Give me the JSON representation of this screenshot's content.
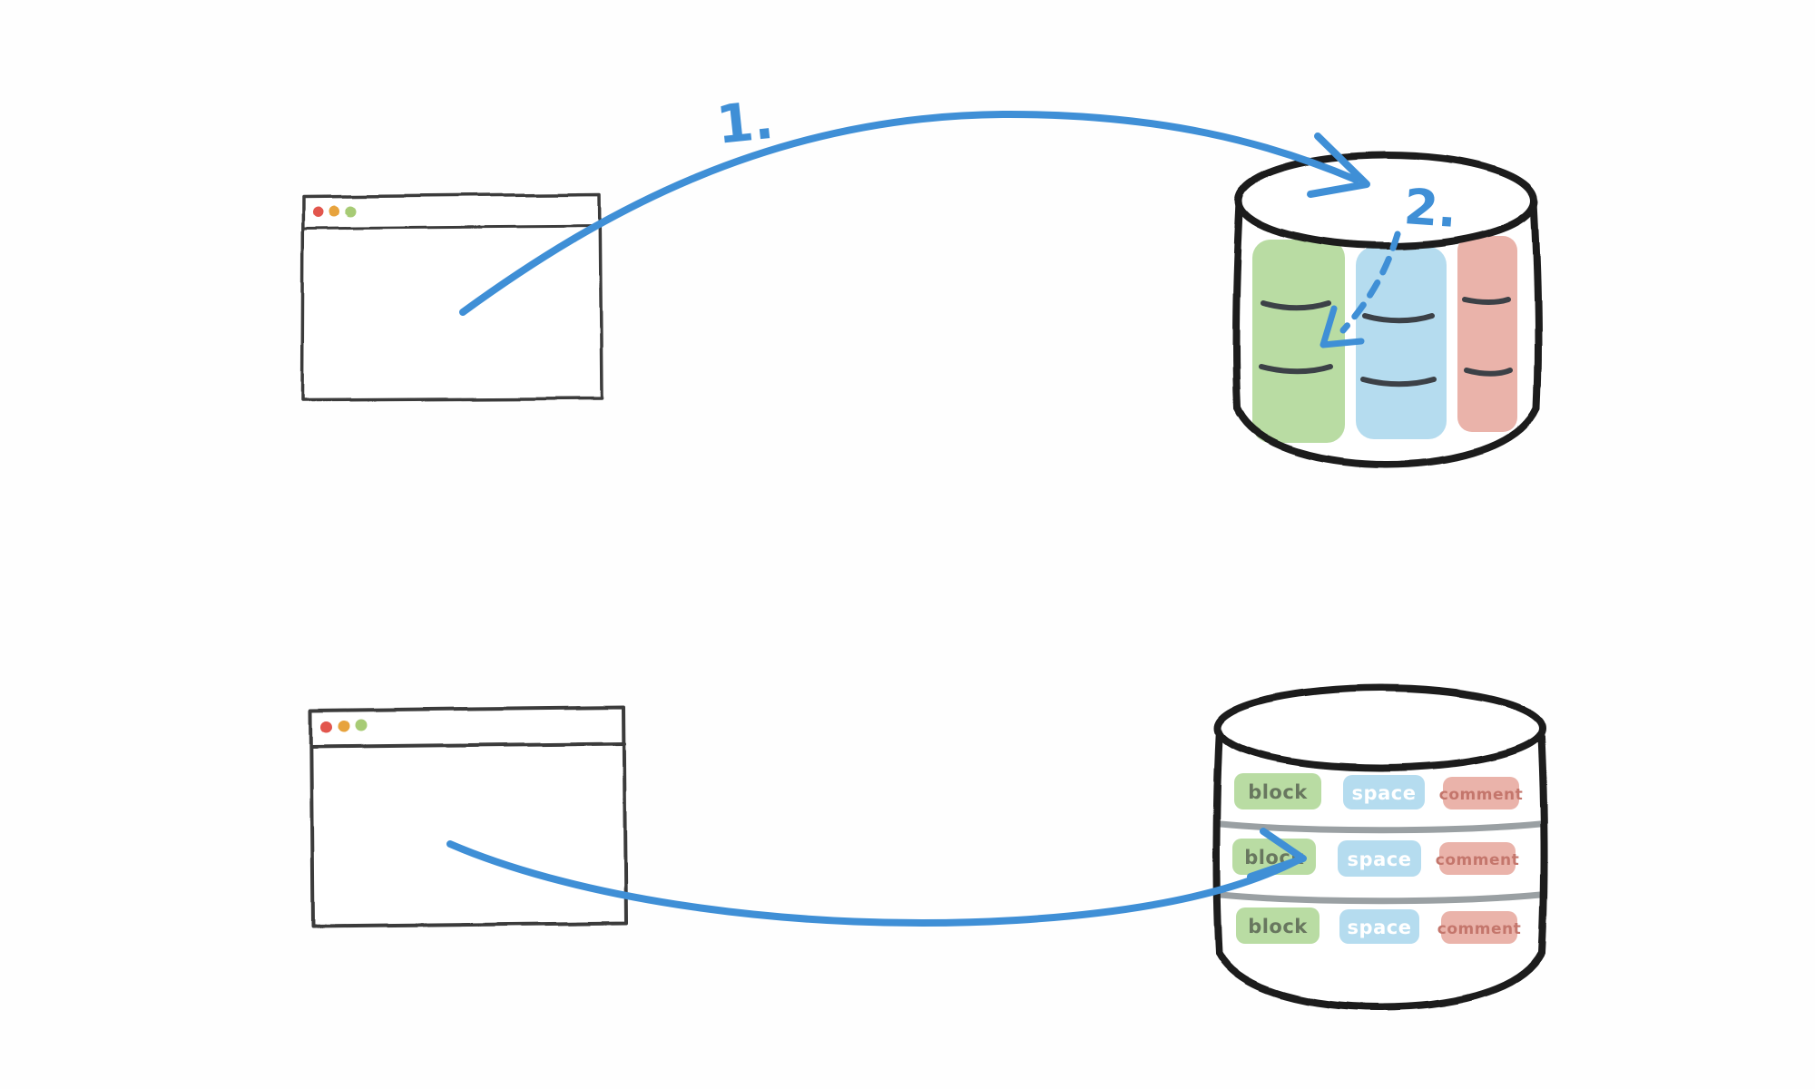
{
  "colors": {
    "arrow_blue": "#3f8fd6",
    "outline_dark": "#1d1d1d",
    "window_stroke": "#3a3a3a",
    "divider_gray": "#9aa0a3",
    "dash_dark": "#3c4147",
    "green": "#b9dca3",
    "blue": "#b5dcef",
    "pink": "#eab3aa",
    "dot_red": "#e2574d",
    "dot_yellow": "#e7a33c",
    "dot_green": "#a7cb74",
    "text_block": "#68775f",
    "text_space": "#ffffff",
    "text_comment": "#c4766c",
    "white": "#ffffff"
  },
  "top_diagram": {
    "step1_label": "1.",
    "step2_label": "2.",
    "columns": [
      {
        "name": "green column"
      },
      {
        "name": "blue column"
      },
      {
        "name": "pink column"
      }
    ]
  },
  "bottom_diagram": {
    "rows": [
      {
        "cells": [
          {
            "label": "block"
          },
          {
            "label": "space"
          },
          {
            "label": "comment"
          }
        ]
      },
      {
        "cells": [
          {
            "label": "block"
          },
          {
            "label": "space"
          },
          {
            "label": "comment"
          }
        ]
      },
      {
        "cells": [
          {
            "label": "block"
          },
          {
            "label": "space"
          },
          {
            "label": "comment"
          }
        ]
      }
    ]
  }
}
